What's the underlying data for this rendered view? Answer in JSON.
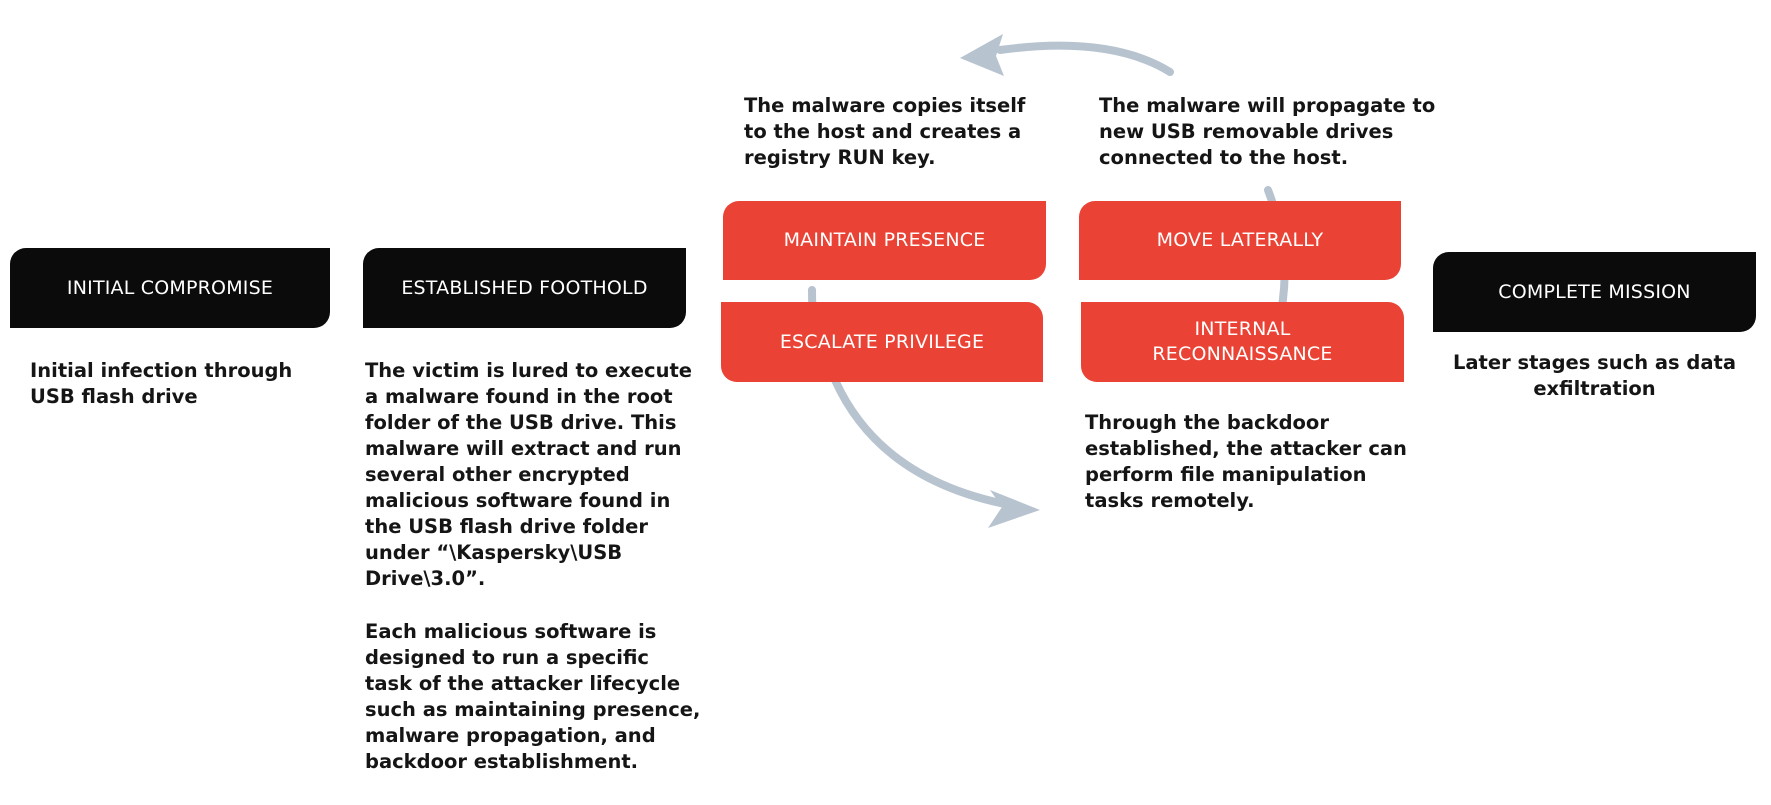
{
  "colors": {
    "stage_fill": "#0b0b0b",
    "cycle_fill": "#ea4335",
    "arrow": "#b7c3cf",
    "text": "#151515"
  },
  "stages": {
    "initial_compromise": {
      "label": "INITIAL COMPROMISE",
      "description": "Initial infection through\nUSB flash drive"
    },
    "established_foothold": {
      "label": "ESTABLISHED FOOTHOLD",
      "description_1": "The victim is lured to execute\na malware found in the root\nfolder of the USB drive. This\nmalware will extract and run\nseveral other encrypted\nmalicious software found in\nthe USB flash drive folder\nunder “\\Kaspersky\\USB\nDrive\\3.0”.",
      "description_2": "Each malicious software is\ndesigned to run a specific\ntask of the attacker lifecycle\nsuch as maintaining presence,\nmalware propagation, and\nbackdoor establishment."
    },
    "complete_mission": {
      "label": "COMPLETE MISSION",
      "description": "Later stages such as data\nexfiltration"
    }
  },
  "cycle": {
    "maintain_presence": {
      "label": "MAINTAIN PRESENCE",
      "description": "The malware copies itself\nto the host and creates a\nregistry RUN key."
    },
    "move_laterally": {
      "label": "MOVE LATERALLY",
      "description": "The malware will propagate to\nnew USB removable drives\nconnected to the host."
    },
    "escalate_privilege": {
      "label": "ESCALATE PRIVILEGE"
    },
    "internal_reconnaissance": {
      "label": "INTERNAL\nRECONNAISSANCE",
      "description": "Through the backdoor\nestablished, the attacker can\nperform file manipulation\ntasks remotely."
    }
  }
}
